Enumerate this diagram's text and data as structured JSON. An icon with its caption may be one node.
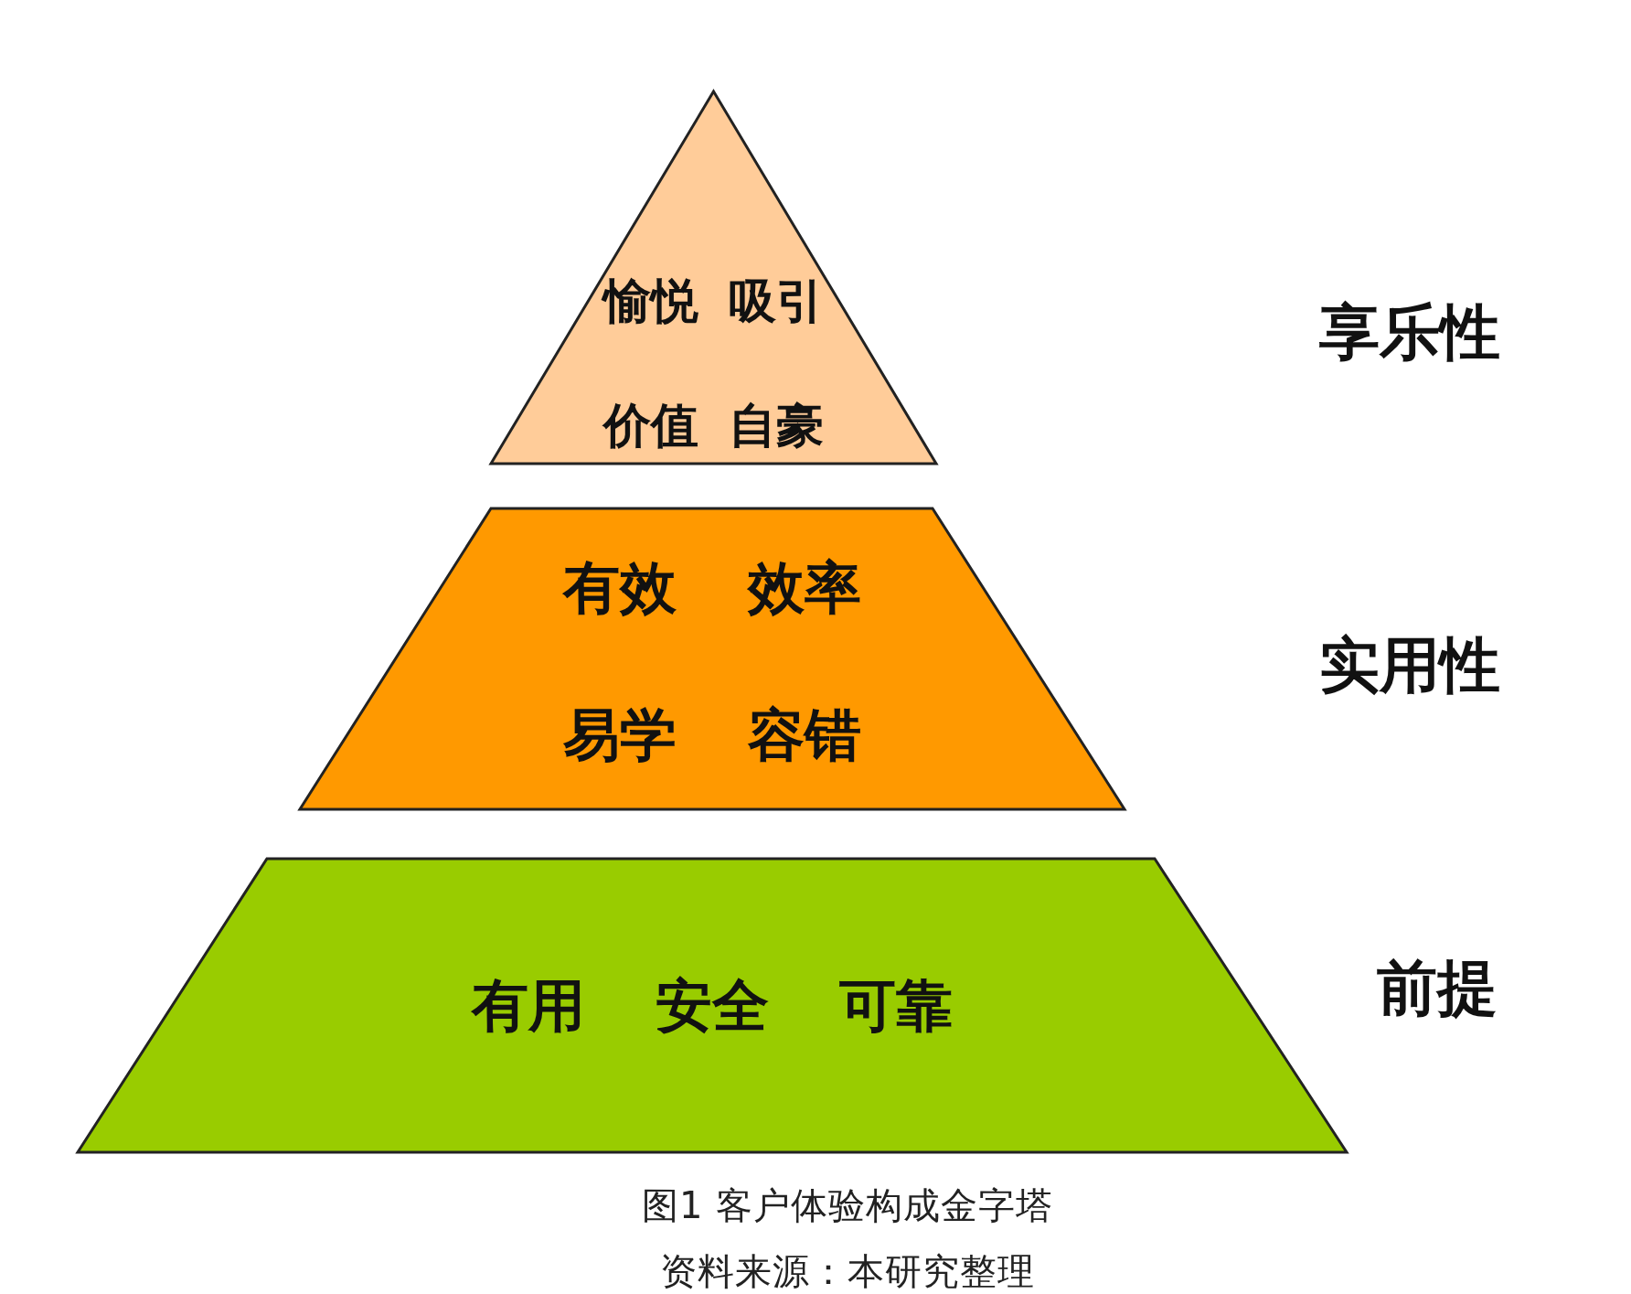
{
  "diagram": {
    "nodes": [
      {
        "text": [
          "愉悦 吸引",
          "价值 自豪"
        ]
      },
      {
        "text": [
          "有效 效率",
          "易学 容错"
        ]
      },
      {
        "text": [
          "有用 安全 可靠"
        ]
      }
    ],
    "caption": "图1 客户体验构成金字塔",
    "labels": [
      "享乐性",
      "实用性",
      "前提",
      "资料来源：本研究整理"
    ]
  }
}
